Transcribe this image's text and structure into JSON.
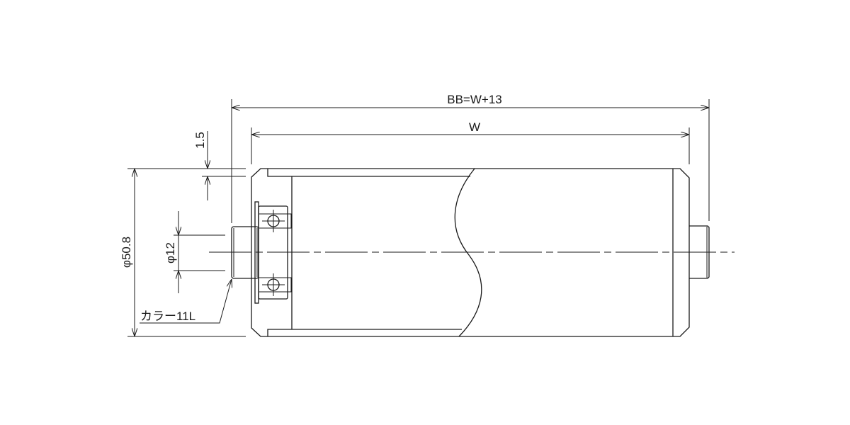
{
  "drawing": {
    "dim_overall_length": "BB=W+13",
    "dim_width": "W",
    "dim_tube_diameter": "φ50.8",
    "dim_tube_wall": "1.5",
    "dim_shaft_diameter": "φ12",
    "label_collar": "カラー11L"
  }
}
